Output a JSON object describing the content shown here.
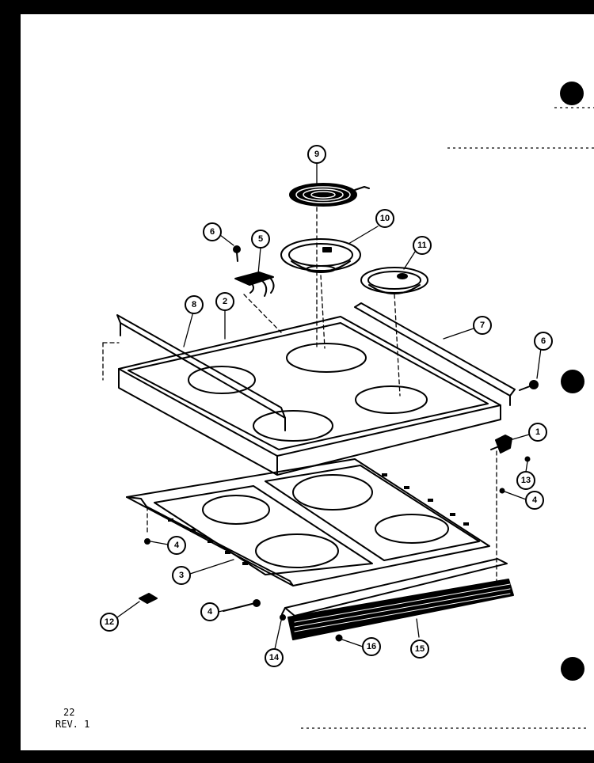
{
  "page": {
    "number": "22",
    "revision": "REV. 1"
  },
  "callouts": [
    {
      "id": "c9",
      "label": "9"
    },
    {
      "id": "c10",
      "label": "10"
    },
    {
      "id": "c11",
      "label": "11"
    },
    {
      "id": "c6a",
      "label": "6"
    },
    {
      "id": "c5",
      "label": "5"
    },
    {
      "id": "c8",
      "label": "8"
    },
    {
      "id": "c2",
      "label": "2"
    },
    {
      "id": "c7",
      "label": "7"
    },
    {
      "id": "c6b",
      "label": "6"
    },
    {
      "id": "c1",
      "label": "1"
    },
    {
      "id": "c13",
      "label": "13"
    },
    {
      "id": "c4a",
      "label": "4"
    },
    {
      "id": "c4b",
      "label": "4"
    },
    {
      "id": "c3",
      "label": "3"
    },
    {
      "id": "c12",
      "label": "12"
    },
    {
      "id": "c4c",
      "label": "4"
    },
    {
      "id": "c14",
      "label": "14"
    },
    {
      "id": "c16",
      "label": "16"
    },
    {
      "id": "c15",
      "label": "15"
    }
  ]
}
